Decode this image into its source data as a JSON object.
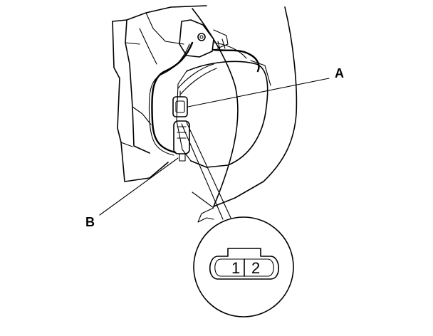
{
  "callouts": {
    "a": "A",
    "b": "B"
  },
  "connector_pins": [
    "1",
    "2"
  ],
  "colors": {
    "ink": "#000000",
    "background": "#ffffff"
  }
}
